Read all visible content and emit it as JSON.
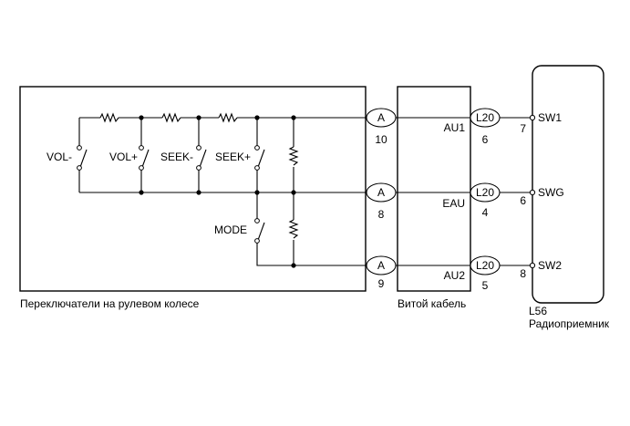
{
  "switch_assembly": {
    "caption": "Переключатели на рулевом колесе",
    "switches": [
      "VOL-",
      "VOL+",
      "SEEK-",
      "SEEK+",
      "MODE"
    ]
  },
  "spiral_cable": {
    "caption": "Витой кабель",
    "pins": [
      "AU1",
      "EAU",
      "AU2"
    ]
  },
  "connector_a": {
    "label": "A",
    "pins": [
      "10",
      "8",
      "9"
    ]
  },
  "connector_l20": {
    "label": "L20",
    "pins": [
      "6",
      "4",
      "5"
    ]
  },
  "radio": {
    "code": "L56",
    "name": "Радиоприемник",
    "pins": [
      "7",
      "6",
      "8"
    ],
    "terminals": [
      "SW1",
      "SWG",
      "SW2"
    ]
  }
}
